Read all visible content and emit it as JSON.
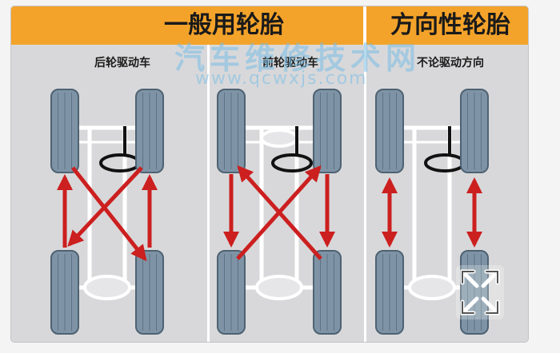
{
  "header": {
    "general_title": "一般用轮胎",
    "directional_title": "方向性轮胎"
  },
  "panels": [
    {
      "label": "后轮驱动车"
    },
    {
      "label": "前轮驱动车"
    },
    {
      "label": "不论驱动方向"
    }
  ],
  "watermark": {
    "text": "汽车维修技术网",
    "url": "www.qcwxjs.com"
  },
  "colors": {
    "header_band": "#f4a32a",
    "arrow": "#cc1f1f",
    "tire": "#7e94a6",
    "chassis": "#ffffff"
  },
  "icons": [
    "steering-wheel-icon",
    "expand-icon"
  ]
}
